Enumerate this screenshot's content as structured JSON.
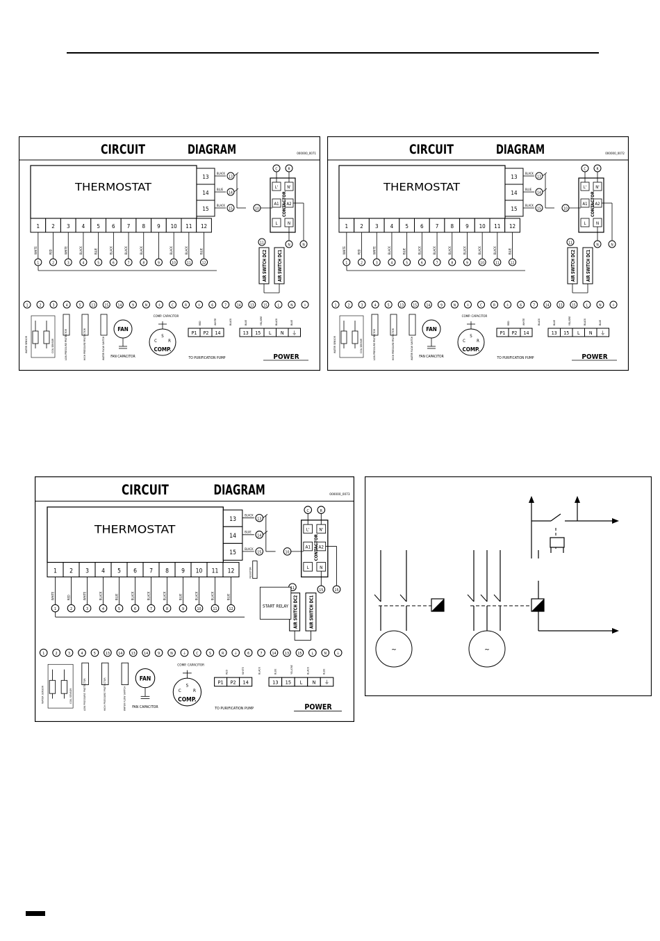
{
  "diagrams": [
    {
      "title_left": "CIRCUIT",
      "title_right": "DIAGRAM",
      "code": "000000_0071",
      "thermostat_label": "THERMOSTAT",
      "side_terminals": [
        "13",
        "14",
        "15"
      ],
      "side_wires": [
        "BLACK",
        "BLUE",
        "BLACK"
      ],
      "bottom_terminals": [
        "1",
        "2",
        "3",
        "4",
        "5",
        "6",
        "7",
        "8",
        "9",
        "10",
        "11",
        "12"
      ],
      "wire_colors": [
        "WHITE",
        "RED",
        "WHITE",
        "BLACK",
        "BLUE",
        "BLACK",
        "BLACK",
        "BLACK",
        "",
        "BLACK",
        "BLACK",
        "BLUE"
      ],
      "contactor_label": "CONTACTOR",
      "contactor_terminals": [
        "L'",
        "N'",
        "A1",
        "A2",
        "L",
        "N"
      ],
      "air_switch_labels": [
        "AIR SWITCH DC2",
        "AIR SWITCH DC1"
      ],
      "marker_10": "10",
      "lower_terminals": [
        "1",
        "2",
        "3",
        "4",
        "5",
        "13",
        "15",
        "14",
        "9",
        "N",
        "⏚",
        "C",
        "R",
        "⏚",
        "6",
        "7",
        "14",
        "13",
        "15",
        "L",
        "N",
        "⏚"
      ],
      "sensor_labels": [
        "WATER SENSOR",
        "COIL SENSOR"
      ],
      "component_labels": [
        "LOW PRESSURE PROTECTOR",
        "HIGH PRESSURE PROTECTOR",
        "WATER FLOW SWITCH"
      ],
      "fan_label": "FAN",
      "fan_capacitor_label": "FAN CAPACITOR",
      "comp_capacitor_label": "COMP. CAPACITOR",
      "comp_label": "COMP.",
      "comp_terminals": [
        "C",
        "S",
        "R"
      ],
      "pump_terminals": [
        "P1",
        "P2",
        "14"
      ],
      "pump_label": "TO PURIFICATION PUMP",
      "power_terminals": [
        "13",
        "15",
        "L",
        "N",
        "⏚"
      ],
      "power_label": "POWER",
      "mini_labels": [
        "RED",
        "WHITE",
        "BLACK",
        "BLUE",
        "YEL/GRE",
        "BLACK",
        "BLUE"
      ]
    },
    {
      "title_left": "CIRCUIT",
      "title_right": "DIAGRAM",
      "code": "000000_0072",
      "thermostat_label": "THERMOSTAT",
      "side_terminals": [
        "13",
        "14",
        "15"
      ],
      "side_wires": [
        "BLACK",
        "BLUE",
        "BLACK"
      ],
      "bottom_terminals": [
        "1",
        "2",
        "3",
        "4",
        "5",
        "6",
        "7",
        "8",
        "9",
        "10",
        "11",
        "12"
      ],
      "wire_colors": [
        "WHITE",
        "RED",
        "WHITE",
        "BLACK",
        "BLUE",
        "BLACK",
        "BLACK",
        "BLACK",
        "BLACK",
        "BLACK",
        "BLACK",
        "BLUE"
      ],
      "contactor_label": "CONTACTOR",
      "contactor_terminals": [
        "L'",
        "N'",
        "A1",
        "A2",
        "L",
        "N"
      ],
      "air_switch_labels": [
        "AIR SWITCH DC2",
        "AIR SWITCH DC1"
      ],
      "marker_10": "10",
      "lower_terminals": [
        "1",
        "2",
        "3",
        "4",
        "5",
        "13",
        "15",
        "14",
        "9",
        "N",
        "⏚",
        "C",
        "R",
        "⏚",
        "6",
        "7",
        "14",
        "13",
        "15",
        "L",
        "N",
        "⏚"
      ],
      "sensor_labels": [
        "WATER SENSOR",
        "COIL SENSOR"
      ],
      "component_labels": [
        "LOW PRESSURE PROTECTOR",
        "HIGH PRESSURE PROTECTOR",
        "WATER FLOW SWITCH"
      ],
      "fan_label": "FAN",
      "fan_capacitor_label": "FAN CAPACITOR",
      "comp_capacitor_label": "COMP. CAPACITOR",
      "comp_label": "COMP.",
      "comp_terminals": [
        "C",
        "S",
        "R"
      ],
      "pump_terminals": [
        "P1",
        "P2",
        "14"
      ],
      "pump_label": "TO PURIFICATION PUMP",
      "power_terminals": [
        "13",
        "15",
        "L",
        "N",
        "⏚"
      ],
      "power_label": "POWER",
      "mini_labels": [
        "RED",
        "WHITE",
        "BLACK",
        "BLUE",
        "YEL/GRE",
        "BLACK",
        "BLUE"
      ]
    },
    {
      "title_left": "CIRCUIT",
      "title_right": "DIAGRAM",
      "code": "000000_0073",
      "thermostat_label": "THERMOSTAT",
      "side_terminals": [
        "13",
        "14",
        "15"
      ],
      "side_wires": [
        "BLACK",
        "BLUE",
        "BLACK"
      ],
      "bottom_terminals": [
        "1",
        "2",
        "3",
        "4",
        "5",
        "6",
        "7",
        "8",
        "9",
        "10",
        "11",
        "12"
      ],
      "wire_colors": [
        "WHITE",
        "RED",
        "WHITE",
        "BLACK",
        "BLUE",
        "BLACK",
        "BLACK",
        "BLACK",
        "BLUE",
        "BLACK",
        "BLACK",
        "BLUE"
      ],
      "contactor_label": "CONTACTOR",
      "contactor_terminals": [
        "L'",
        "N'",
        "A1",
        "A2",
        "L",
        "N"
      ],
      "air_switch_labels": [
        "AIR SWITCH DC2",
        "AIR SWITCH DC1"
      ],
      "marker_10": "10",
      "lower_terminals": [
        "1",
        "2",
        "3",
        "4",
        "5",
        "13",
        "14",
        "13",
        "14",
        "9",
        "N",
        "⏚",
        "C",
        "S",
        "R",
        "⏚",
        "6",
        "7",
        "14",
        "13",
        "15",
        "L",
        "N",
        "⏚"
      ],
      "sensor_labels": [
        "WATER SENSOR",
        "COIL SENSOR"
      ],
      "component_labels": [
        "LOW PRESSURE PROTECTOR",
        "HIGH PRESSURE PROTECTOR",
        "WATER FLOW SWITCH"
      ],
      "fan_label": "FAN",
      "fan_capacitor_label": "FAN CAPACITOR",
      "comp_capacitor_label": "COMP. CAPACITOR",
      "comp_label": "COMP.",
      "comp_terminals": [
        "C",
        "S",
        "R"
      ],
      "pump_terminals": [
        "P1",
        "P2",
        "14"
      ],
      "pump_label": "TO PURIFICATION PUMP",
      "power_terminals": [
        "13",
        "15",
        "L",
        "N",
        "⏚"
      ],
      "power_label": "POWER",
      "relay_labels": [
        "RESISTOR",
        "START RELAY"
      ],
      "mini_labels": [
        "RED",
        "WHITE",
        "BLACK",
        "BLUE",
        "YEL/GRE",
        "BLACK",
        "BLUE"
      ]
    }
  ],
  "schematic": {
    "motor_symbol": "~"
  }
}
